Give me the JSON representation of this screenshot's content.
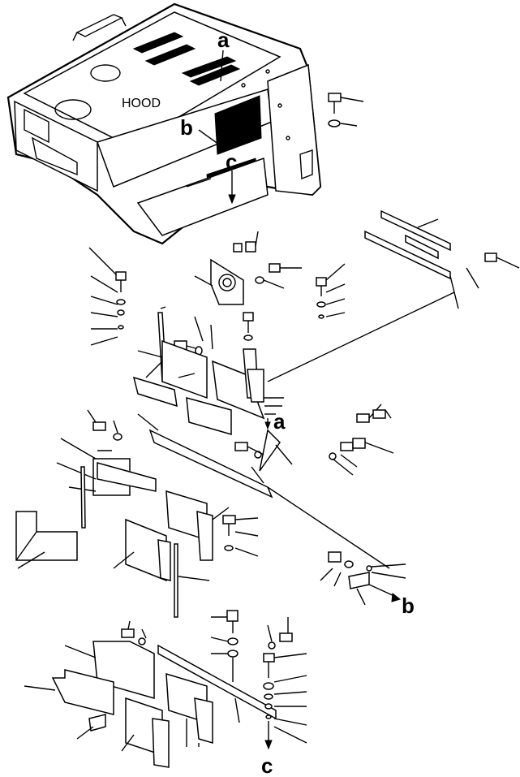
{
  "diagram": {
    "hood_label": "HOOD",
    "callouts": {
      "a": "a",
      "b": "b",
      "c": "c"
    }
  }
}
